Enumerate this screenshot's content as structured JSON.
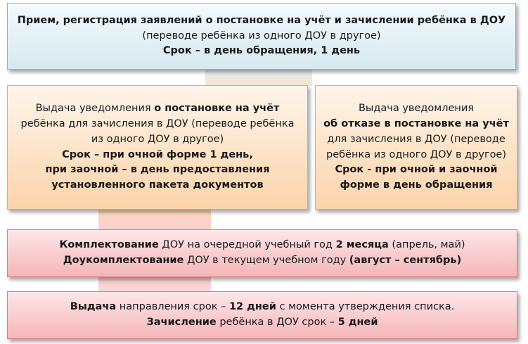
{
  "top": {
    "line1": "Прием, регистрация заявлений о постановке на учёт и зачислении ребёнка в ДОУ",
    "line2": "(переводе ребёнка из одного ДОУ в другое)",
    "line3": "Срок – в день обращения, 1 день"
  },
  "left": {
    "l1_normal": "Выдача уведомления ",
    "l1_bold": "о постановке на учёт",
    "l2": "ребёнка для зачисления в ДОУ (переводе ребёнка",
    "l3": "из одного ДОУ в другое)",
    "l4": "Срок – при очной форме 1 день,",
    "l5": "при заочной – в день предоставления",
    "l6": "установленного пакета документов"
  },
  "right": {
    "l1": "Выдача уведомления",
    "l2": "об отказе в постановке на учёт",
    "l3": "для зачисления в ДОУ (переводе",
    "l4": "ребёнка из одного ДОУ в другое)",
    "l5": "Срок - при очной и заочной",
    "l6": "форме в день обращения"
  },
  "row3": {
    "a_bold": "Комплектование",
    "a_normal": " ДОУ на очередной учебный год ",
    "a_bold2": "2 месяца",
    "a_normal2": " (апрель, май)",
    "b_bold": "Доукомплектование",
    "b_normal": " ДОУ в текущем учебном году ",
    "b_bold2": "(август – сентябрь)"
  },
  "row4": {
    "a_bold": "Выдача",
    "a_normal": " направления срок – ",
    "a_bold2": "12 дней",
    "a_normal2": " с момента утверждения списка.",
    "b_bold": "Зачисление",
    "b_normal": " ребёнка в ДОУ срок – ",
    "b_bold2": "5 дней"
  }
}
